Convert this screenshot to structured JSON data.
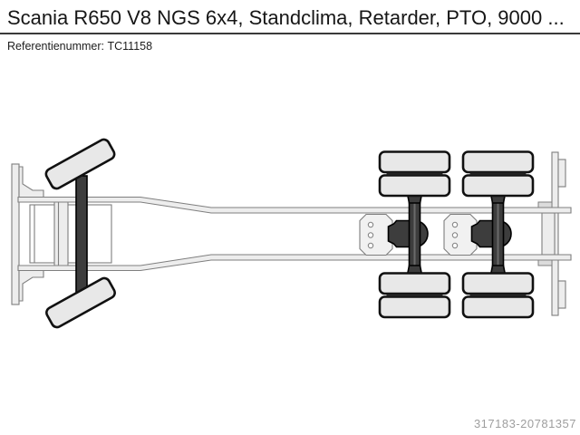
{
  "header": {
    "title": "Scania R650 V8 NGS 6x4, Standclima, Retarder, PTO, 9000 ...",
    "reference_label": "Referentienummer:",
    "reference_value": "TC11158"
  },
  "footer": {
    "watermark_id": "317183-20781357"
  },
  "diagram": {
    "name": "truck-chassis-top-view",
    "colors": {
      "title-color": "#161616",
      "divider-color": "#3a3a3a",
      "ref-color": "#1d1d1d",
      "watermark-color": "#9e9e9e",
      "outline": "#7f7f7f",
      "light-fill": "#ededed",
      "plate-fill": "#f1f1f1",
      "bracket-fill": "#dcdcdc",
      "wheel-fill": "#e8e8e8",
      "wheel-stroke": "#111111",
      "dark-fill": "#3d3d3d",
      "dark-stroke": "#000000",
      "bg": "#ffffff"
    }
  }
}
